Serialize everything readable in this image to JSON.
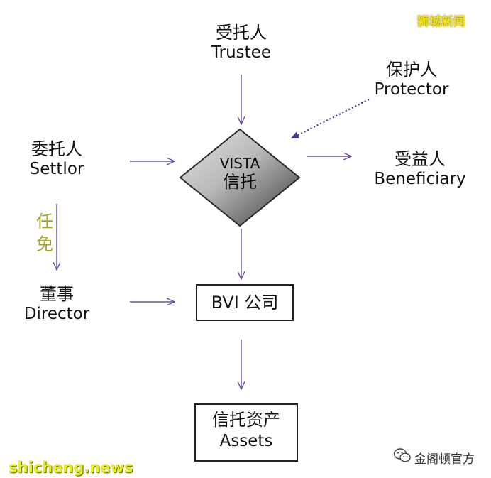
{
  "watermark_top": "狮城新闻",
  "watermark_site": "shicheng.news",
  "watermark_account": "金阁顿官方",
  "trustee": {
    "zh": "受托人",
    "en": "Trustee"
  },
  "protector": {
    "zh": "保护人",
    "en": "Protector"
  },
  "settlor": {
    "zh": "委托人",
    "en": "Settlor"
  },
  "beneficiary": {
    "zh": "受益人",
    "en": "Beneficiary"
  },
  "trust": {
    "line1": "VISTA",
    "line2": "信托"
  },
  "appoint": {
    "char1": "任",
    "char2": "免"
  },
  "director": {
    "zh": "董事",
    "en": "Director"
  },
  "bvi": {
    "label": "BVI 公司"
  },
  "assets": {
    "zh": "信托资产",
    "en": "Assets"
  },
  "colors": {
    "arrow": "#6b4fa0",
    "diamond_light": "#d6d6d6",
    "diamond_dark": "#3c3c3c",
    "appoint_text": "#a5a52e"
  }
}
